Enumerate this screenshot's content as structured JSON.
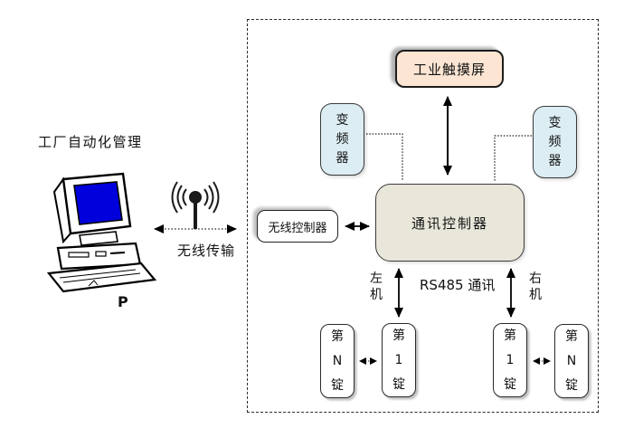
{
  "colors": {
    "touchscreen_bg": "#fce5d3",
    "inverter_bg": "#dcedf4",
    "controller_bg": "#e9e6da",
    "screen_blue": "#0000dd",
    "line_black": "#000000",
    "boundary_dash": "#2b2b2b"
  },
  "left_panel": {
    "title": "工厂自动化管理",
    "computer_label": "P",
    "wireless_link_label": "无线传输"
  },
  "diagram": {
    "touchscreen": {
      "label": "工业触摸屏"
    },
    "inverter_left": {
      "label": "变频器"
    },
    "inverter_right": {
      "label": "变频器"
    },
    "wireless_controller": {
      "label": "无线控制器"
    },
    "comm_controller": {
      "label": "通讯控制器"
    },
    "left_machine_label": "左机",
    "rs485_label": "RS485 通讯",
    "right_machine_label": "右机",
    "spindles": [
      {
        "label": "第N锭"
      },
      {
        "label": "第1锭"
      },
      {
        "label": "第1锭"
      },
      {
        "label": "第N锭"
      }
    ]
  }
}
